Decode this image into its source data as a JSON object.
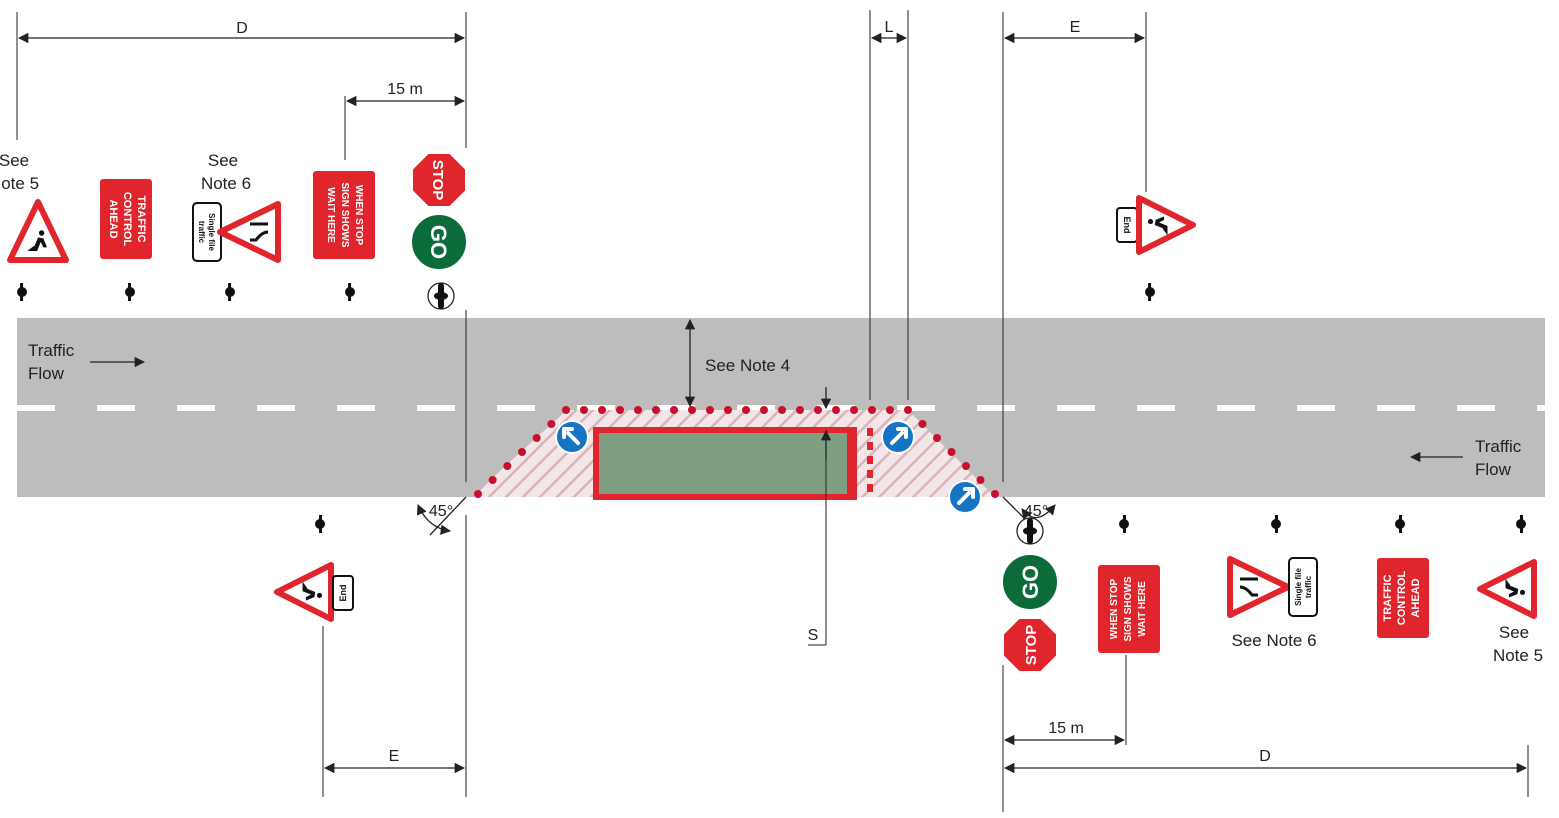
{
  "labels": {
    "dim_d": "D",
    "dim_e": "E",
    "dim_l": "L",
    "dim_s": "S",
    "dim_15m": "15 m",
    "angle_45": "45°",
    "see_note_4": "See Note 4",
    "see_note_5_a": "See",
    "see_note_5_b": "Note 5",
    "see_note_6_a": "See",
    "see_note_6_b": "Note 6",
    "see_note_6": "See Note 6",
    "traffic_flow_a": "Traffic",
    "traffic_flow_b": "Flow"
  },
  "signs": {
    "traffic_control": [
      "TRAFFIC",
      "CONTROL",
      "AHEAD"
    ],
    "when_stop": [
      "WHEN STOP",
      "SIGN SHOWS",
      "WAIT HERE"
    ],
    "stop": "STOP",
    "go": "GO",
    "end": "End",
    "single_file": [
      "Single file",
      "traffic"
    ]
  },
  "colors": {
    "road": "#bdbdbd",
    "sign_red": "#e1252d",
    "go_green": "#0b6b3a",
    "keep_blue": "#1574c4",
    "work_area": "#7fa080",
    "cone_red": "#c8102e"
  }
}
